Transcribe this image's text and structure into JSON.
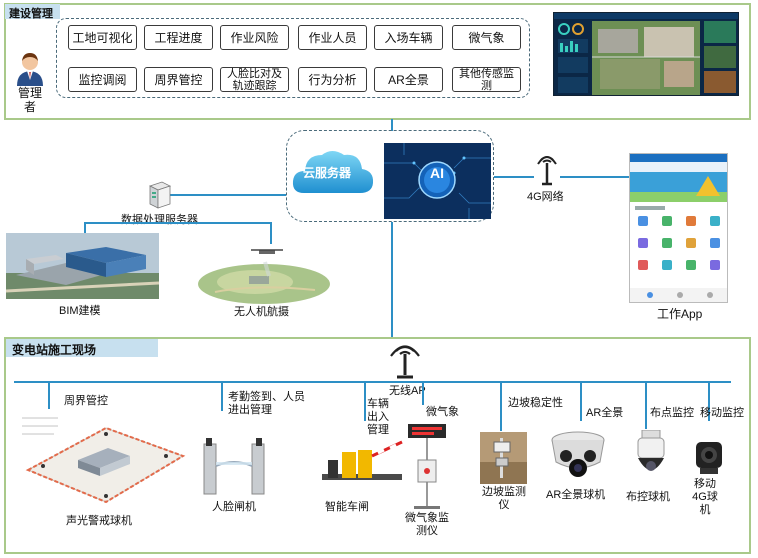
{
  "top_section": {
    "title": "建设管理",
    "manager_label": "管理者",
    "modules": [
      "工地可视化",
      "工程进度",
      "作业风险",
      "作业人员",
      "入场车辆",
      "微气象",
      "监控调阅",
      "周界管控",
      "人脸比对及轨迹跟踪",
      "行为分析",
      "AR全景",
      "其他传感监测"
    ]
  },
  "middle": {
    "cloud_label": "云服务器",
    "ai_label": "AI",
    "network_label": "4G网络",
    "server_label": "数据处理服务器",
    "bim_label": "BIM建模",
    "drone_label": "无人机航摄",
    "app_label": "工作App"
  },
  "bottom_section": {
    "title": "变电站施工现场",
    "wireless_label": "无线AP",
    "devices": {
      "perimeter_title": "周界管控",
      "perimeter_device": "声光警戒球机",
      "attendance_title": "考勤签到、人员进出管理",
      "face_gate": "人脸闸机",
      "vehicle_title": "车辆出入管理",
      "smart_gate": "智能车闸",
      "weather_title": "微气象",
      "weather_device": "微气象监测仪",
      "slope_title": "边坡稳定性",
      "slope_device": "边坡监测仪",
      "ar_title": "AR全景",
      "ar_device": "AR全景球机",
      "fixed_title": "布点监控",
      "fixed_device": "布控球机",
      "mobile_title": "移动监控",
      "mobile_device": "移动4G球机"
    }
  },
  "colors": {
    "panel_border": "#a9c98a",
    "section_bg": "#c7e0ef",
    "link_line": "#2d8fc5",
    "dashed": "#4a6a7a"
  }
}
